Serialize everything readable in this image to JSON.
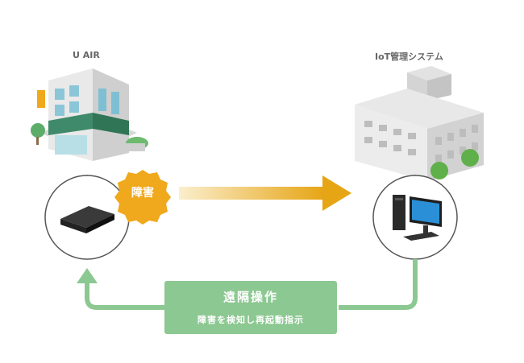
{
  "labels": {
    "store": "U AIR",
    "iot_system": "IoT管理システム"
  },
  "fault_badge": "障害",
  "remote_operation": {
    "title": "遠隔操作",
    "subtitle": "障害を検知し再起動指示"
  },
  "colors": {
    "fault_orange": "#f0a81c",
    "arrow_gold": "#e8a920",
    "remote_green": "#8cc891",
    "circle_border": "#555555"
  },
  "icons": {
    "store_building": "store-building-icon",
    "server_building": "office-building-icon",
    "router_device": "router-device-icon",
    "pc_monitor": "desktop-pc-icon"
  }
}
